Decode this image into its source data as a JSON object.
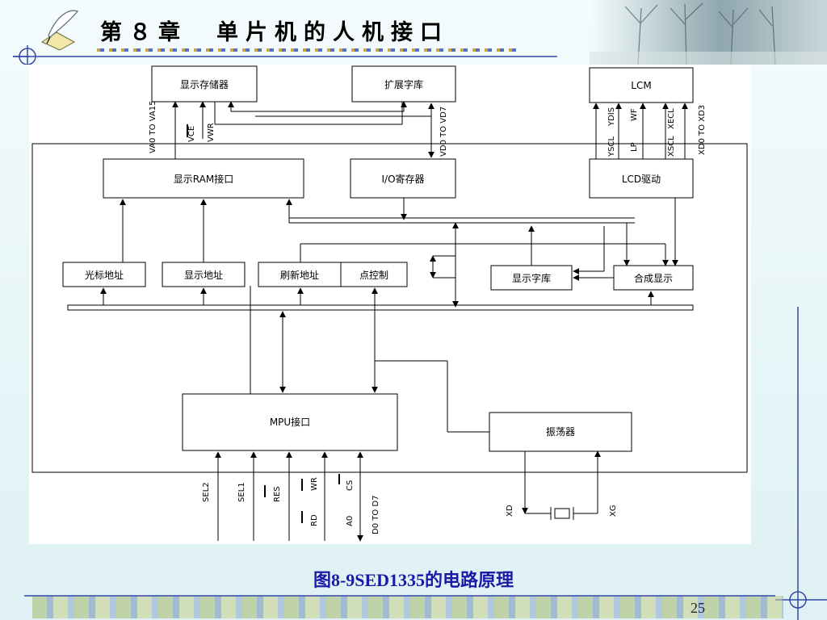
{
  "header": {
    "title": "第８章　单片机的人机接口"
  },
  "diagram": {
    "blocks": {
      "display_memory": "显示存储器",
      "ext_font": "扩展字库",
      "lcm": "LCM",
      "ram_interface": "显示RAM接口",
      "io_register": "I/O寄存器",
      "lcd_driver": "LCD驱动",
      "cursor_addr": "光标地址",
      "display_addr": "显示地址",
      "refresh_addr": "刷新地址",
      "dot_control": "点控制",
      "display_font": "显示字库",
      "composite_display": "合成显示",
      "mpu_interface": "MPU接口",
      "oscillator": "振荡器"
    },
    "signals": {
      "va": "VA0 TO VA15",
      "vce": "VCE",
      "vwr": "VWR",
      "vd": "VD0 TO VD7",
      "ydis": "YDIS",
      "wf": "WF",
      "xecl": "XECL",
      "yscl": "YSCL",
      "lp": "LP",
      "xscl": "XSCL",
      "xd": "XD0 TO XD3",
      "sel2": "SEL2",
      "sel1": "SEL1",
      "res": "RES",
      "wr": "WR",
      "rd": "RD",
      "cs": "CS",
      "a0": "A0",
      "d": "D0 TO D7",
      "xd_osc": "XD",
      "xg": "XG"
    }
  },
  "caption": "图8-9SED1335的电路原理",
  "page_number": "25"
}
